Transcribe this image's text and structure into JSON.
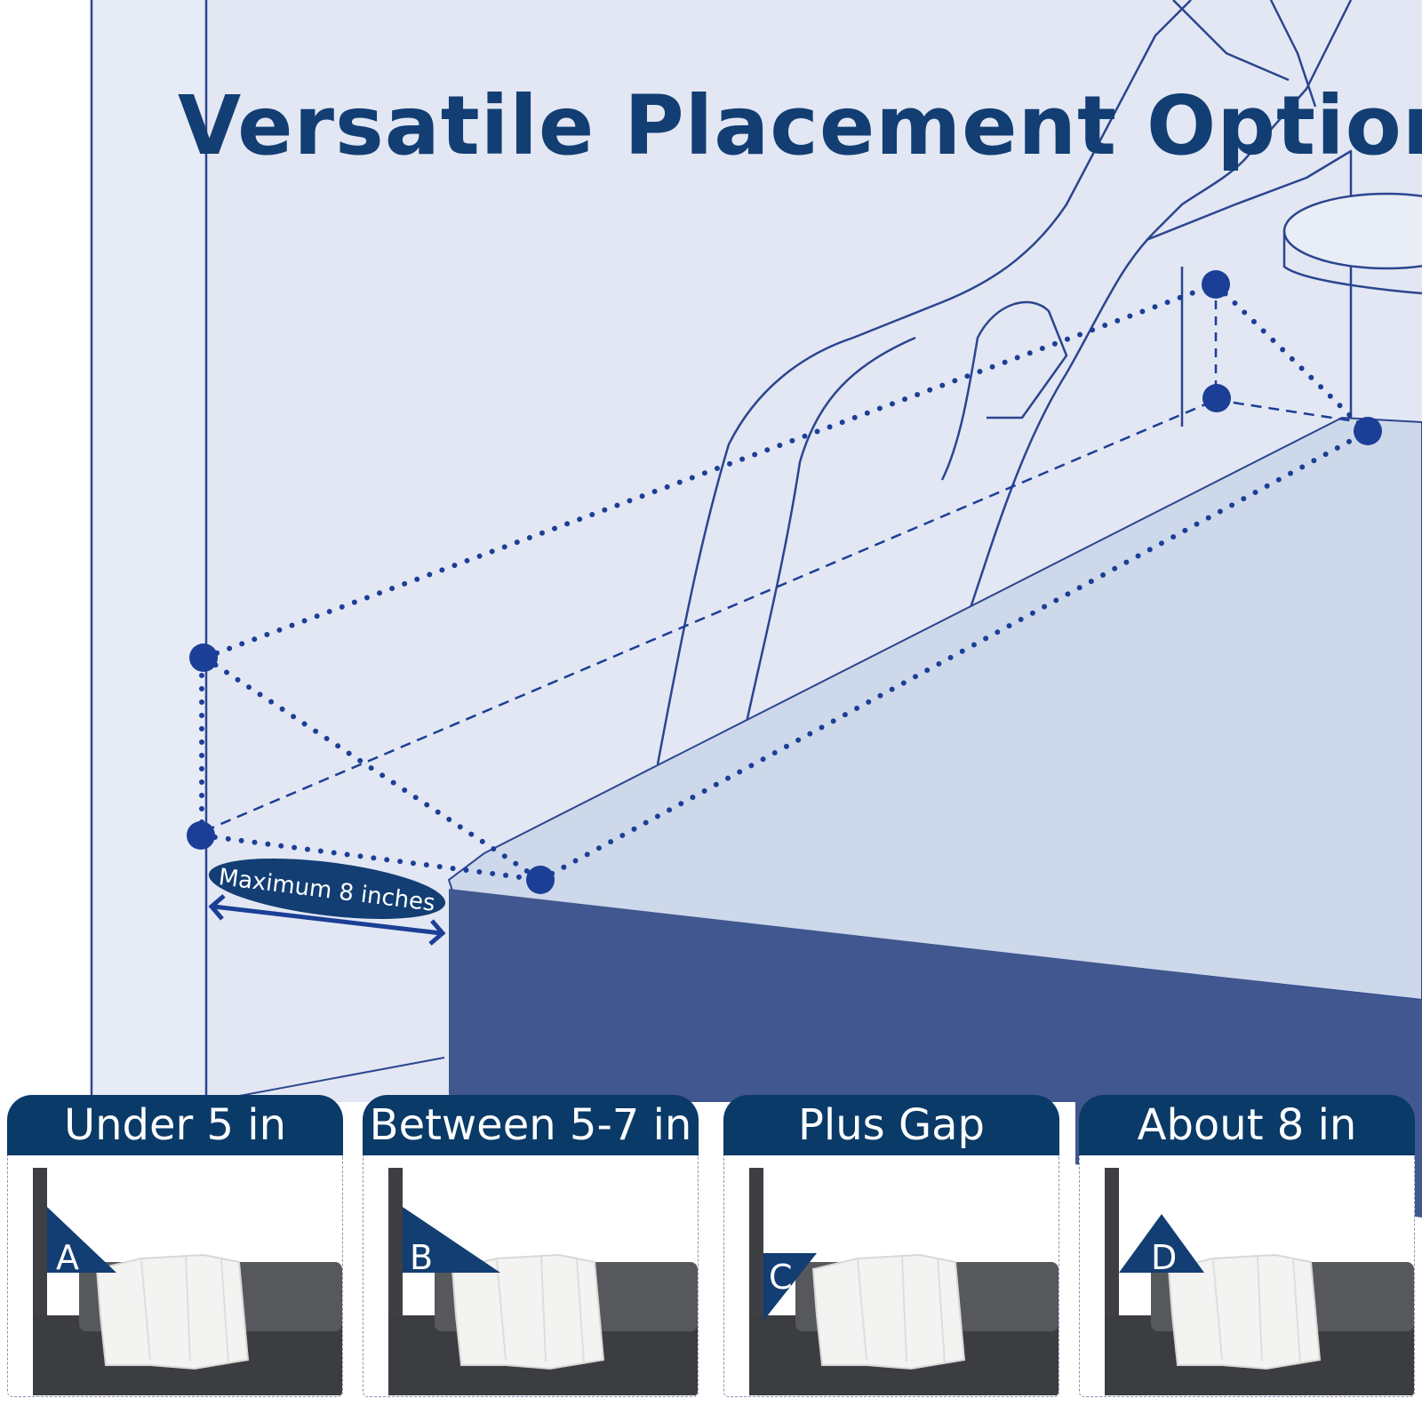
{
  "title": "Versatile Placement Option",
  "measurement": {
    "label": "Maximum 8 inches"
  },
  "options": [
    {
      "label": "Under 5 in",
      "marker": "A"
    },
    {
      "label": "Between 5-7 in",
      "marker": "B"
    },
    {
      "label": "Plus Gap",
      "marker": "C"
    },
    {
      "label": "About 8 in",
      "marker": "D"
    }
  ],
  "colors": {
    "background": "#e6ebf5",
    "brand_navy": "#0a3a68",
    "mattress_side": "#41578f",
    "mattress_top": "#cdd8ea",
    "dots": "#1b3f96"
  }
}
